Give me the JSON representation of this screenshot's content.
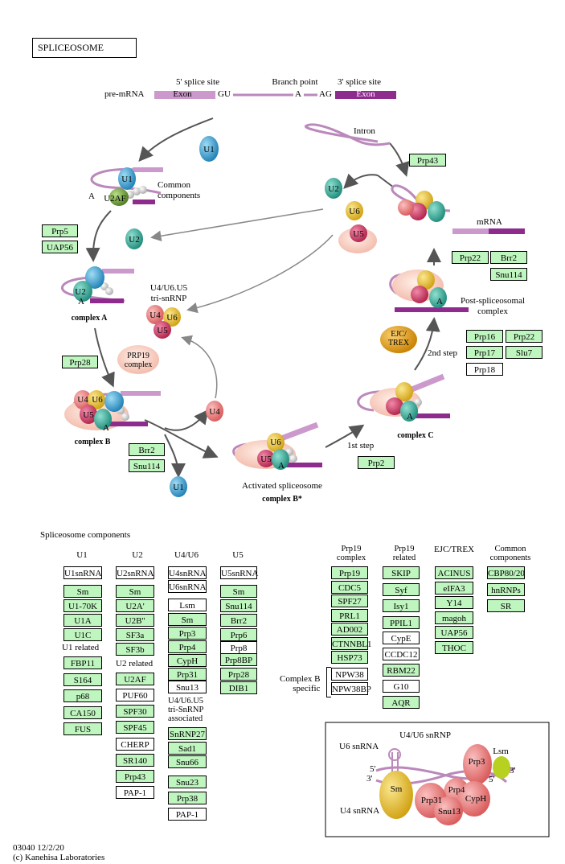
{
  "title": "SPLICEOSOME",
  "premrna": {
    "label": "pre-mRNA",
    "five_splice": "5' splice site",
    "branch": "Branch point",
    "three_splice": "3' splice site",
    "exon1": "Exon",
    "gu": "GU",
    "a": "A",
    "ag": "AG",
    "exon2": "Exon"
  },
  "cycle": {
    "intron": "Intron",
    "mrna": "mRNA",
    "common": "Common\ncomponents",
    "tri_snrnp": "U4/U6.U5\ntri-snRNP",
    "prp19_complex": "PRP19\ncomplex",
    "complex_a": "complex A",
    "complex_b": "complex B",
    "complex_bstar_l1": "Activated spliceosome",
    "complex_bstar_l2": "complex B*",
    "complex_c": "complex C",
    "post": "Post-spliceosomal\ncomplex",
    "first_step": "1st step",
    "second_step": "2nd step",
    "ejc": "EJC/\nTREX",
    "mol": {
      "U1": "U1",
      "U2": "U2",
      "U4": "U4",
      "U5": "U5",
      "U6": "U6",
      "U2AF": "U2AF",
      "A": "A"
    }
  },
  "cycle_boxes": {
    "prp5": "Prp5",
    "uap56": "UAP56",
    "prp28": "Prp28",
    "brr2": "Brr2",
    "snu114": "Snu114",
    "prp2": "Prp2",
    "prp43": "Prp43",
    "prp22a": "Prp22",
    "brr2b": "Brr2",
    "snu114b": "Snu114",
    "prp16": "Prp16",
    "prp22b": "Prp22",
    "prp17": "Prp17",
    "slu7": "Slu7",
    "prp18": "Prp18"
  },
  "components": {
    "title": "Spliceosome components",
    "u1": {
      "header": "U1",
      "rna": "U1snRNA",
      "items": [
        "Sm",
        "U1-70K",
        "U1A",
        "U1C"
      ],
      "related_title": "U1 related",
      "related": [
        "FBP11",
        "S164",
        "p68",
        "CA150",
        "FUS"
      ]
    },
    "u2": {
      "header": "U2",
      "rna": "U2snRNA",
      "items": [
        "Sm",
        "U2A'",
        "U2B''",
        "SF3a",
        "SF3b"
      ],
      "related_title": "U2 related",
      "related_green": [
        "U2AF"
      ],
      "related_white": [
        "PUF60"
      ],
      "related_green2": [
        "SPF30",
        "SPF45"
      ],
      "related_white2": [
        "CHERP"
      ],
      "related_green3": [
        "SR140",
        "Prp43"
      ],
      "related_white3": [
        "PAP-1"
      ]
    },
    "u4u6": {
      "header": "U4/U6",
      "rna1": "U4snRNA",
      "rna2": "U6snRNA",
      "white1": [
        "Lsm"
      ],
      "green": [
        "Sm",
        "Prp3",
        "Prp4",
        "CypH",
        "Prp31"
      ],
      "white2": [
        "Snu13"
      ],
      "assoc_title": "U4/U6.U5\ntri-SnRNP\nassociated",
      "assoc_green": [
        "SnRNP27",
        "Sad1",
        "Snu66"
      ],
      "extra_green": [
        "Snu23",
        "Prp38"
      ],
      "extra_white": [
        "PAP-1"
      ]
    },
    "u5": {
      "header": "U5",
      "rna": "U5snRNA",
      "green1": [
        "Sm",
        "Snu114",
        "Brr2",
        "Prp6"
      ],
      "white": [
        "Prp8"
      ],
      "green2": [
        "Prp8BP",
        "Prp28",
        "DIB1"
      ]
    },
    "prp19c": {
      "header": "Prp19\ncomplex",
      "green": [
        "Prp19",
        "CDC5",
        "SPF27",
        "PRL1",
        "AD002",
        "CTNNBL1",
        "HSP73"
      ],
      "specific_label": "Complex B\nspecific",
      "specific": [
        "NPW38",
        "NPW38BP"
      ]
    },
    "prp19r": {
      "header": "Prp19\nrelated",
      "green1": [
        "SKIP",
        "Syf",
        "Isy1",
        "PPIL1"
      ],
      "white1": [
        "CypE",
        "CCDC12"
      ],
      "green2": [
        "RBM22"
      ],
      "white2": [
        "G10"
      ],
      "green3": [
        "AQR"
      ]
    },
    "ejc": {
      "header": "EJC/TREX",
      "green": [
        "ACINUS",
        "eIFA3",
        "Y14",
        "magoh",
        "UAP56",
        "THOC"
      ]
    },
    "common": {
      "header": "Common\ncomponents",
      "green": [
        "CBP80/20",
        "hnRNPs",
        "SR"
      ]
    }
  },
  "snrna_inset": {
    "title": "U4/U6 snRNP",
    "u6": "U6 snRNA",
    "u4": "U4 snRNA",
    "five": "5'",
    "three": "3'",
    "five2": "5'",
    "three2": "3'",
    "sm": "Sm",
    "prp3": "Prp3",
    "lsm": "Lsm",
    "prp4": "Prp4",
    "prp31": "Prp31",
    "cyph": "CypH",
    "snu13": "Snu13"
  },
  "footer": {
    "line1": "03040 12/2/20",
    "line2": "(c) Kanehisa Laboratories"
  },
  "colors": {
    "green_box": "#bff5bf",
    "rna_purple": "#8e2c8e",
    "rna_light": "#cc99cc",
    "u1": "#2a8fc1",
    "u2": "#2a9e8e",
    "u4": "#e07070",
    "u5": "#c0325a",
    "u6": "#e0b020",
    "u2af": "#6a9a30",
    "ejc": "#e09a10"
  }
}
